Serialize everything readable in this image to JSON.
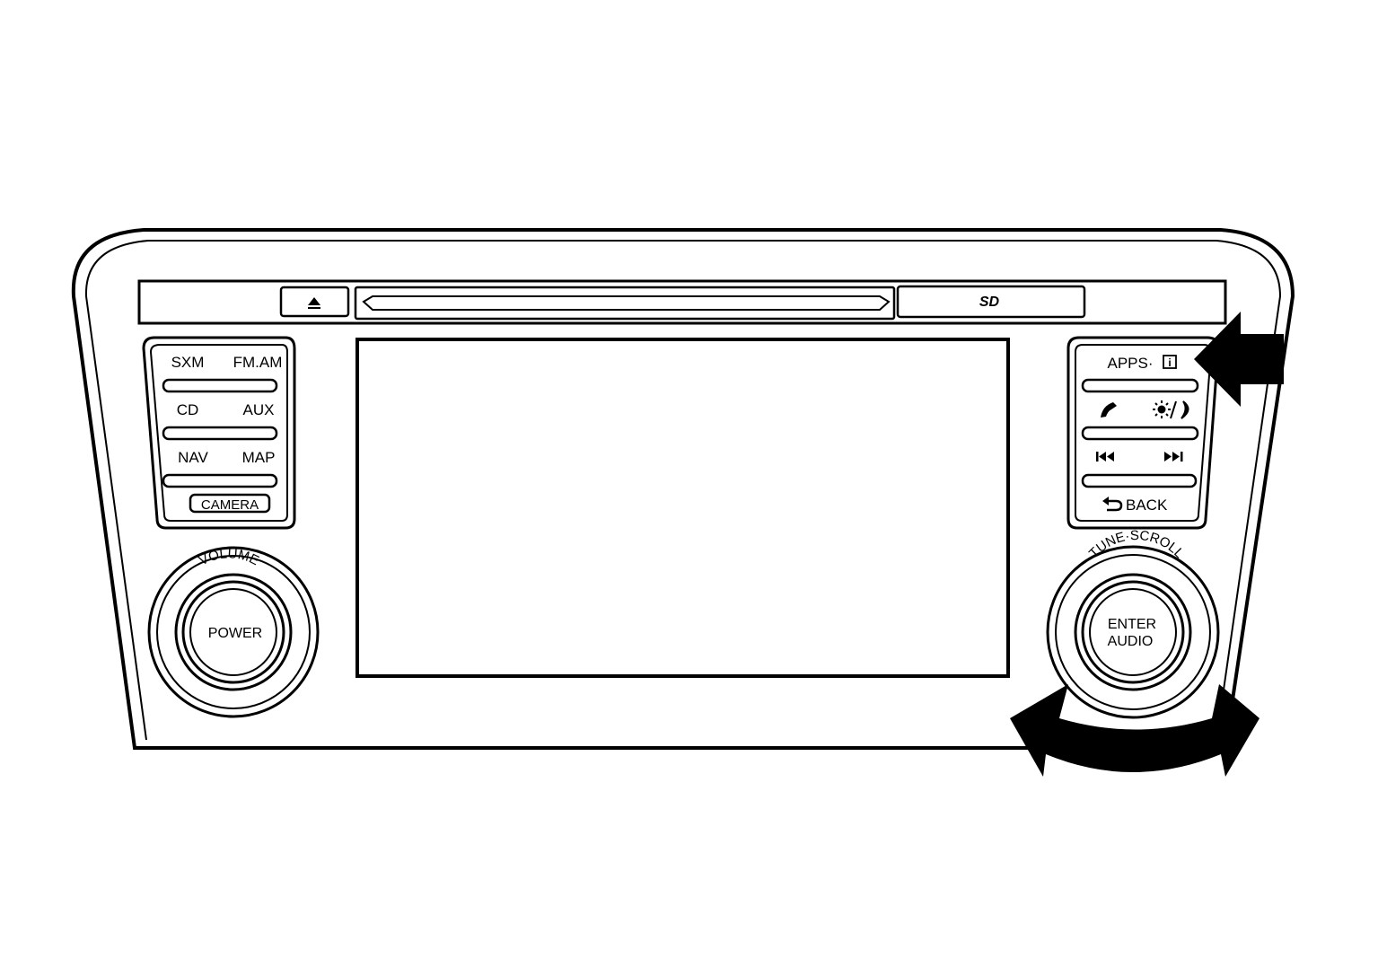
{
  "left_panel": {
    "sxm": "SXM",
    "fm_am": "FM.AM",
    "cd": "CD",
    "aux": "AUX",
    "nav": "NAV",
    "map": "MAP",
    "camera": "CAMERA"
  },
  "right_panel": {
    "apps_info": "APPS·",
    "info_glyph": "i",
    "back": "BACK"
  },
  "knobs": {
    "volume_ring": "VOLUME",
    "power": "POWER",
    "tune_ring": "TUNE·SCROLL",
    "enter": "ENTER",
    "audio": "AUDIO"
  },
  "slots": {
    "sd_logo": "SD"
  },
  "icons": {
    "eject": "eject-icon",
    "phone": "phone-icon",
    "brightness": "sun-moon-icon",
    "prev": "skip-back-icon",
    "next": "skip-forward-icon",
    "back": "return-arrow-icon",
    "callout": "pointer-arrow-icon",
    "rotate": "rotate-arrow-icon"
  },
  "colors": {
    "line": "#000000",
    "background": "#ffffff"
  }
}
